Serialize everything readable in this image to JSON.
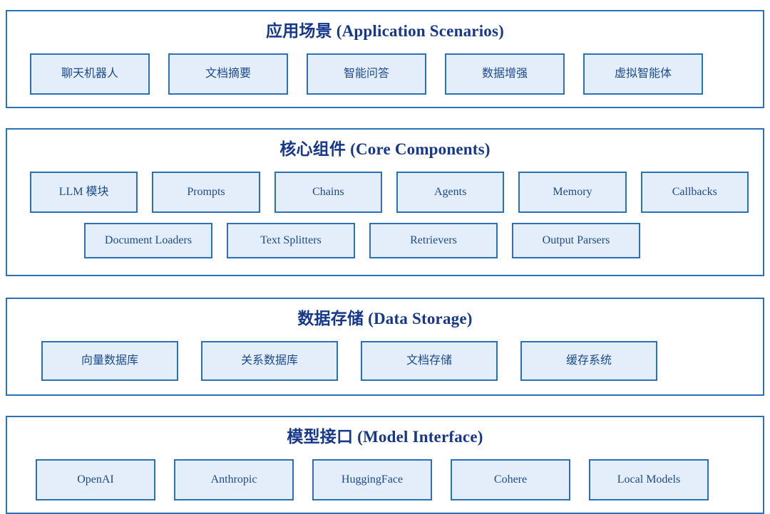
{
  "colors": {
    "title_text": "#15388c",
    "node_text": "#1b4a8f",
    "border": "#2a72b5",
    "node_fill": "#e3eefa",
    "panel_fill": "#ffffff",
    "page_background": "#ffffff"
  },
  "sections": [
    {
      "id": "application-scenarios",
      "title": "应用场景 (Application Scenarios)",
      "title_cn": "应用场景",
      "title_en": "Application Scenarios",
      "rows": [
        {
          "items": [
            {
              "label": "聊天机器人"
            },
            {
              "label": "文档摘要"
            },
            {
              "label": "智能问答"
            },
            {
              "label": "数据增强"
            },
            {
              "label": "虚拟智能体"
            }
          ]
        }
      ]
    },
    {
      "id": "core-components",
      "title": "核心组件 (Core Components)",
      "title_cn": "核心组件",
      "title_en": "Core Components",
      "rows": [
        {
          "items": [
            {
              "label": "LLM 模块"
            },
            {
              "label": "Prompts"
            },
            {
              "label": "Chains"
            },
            {
              "label": "Agents"
            },
            {
              "label": "Memory"
            },
            {
              "label": "Callbacks"
            }
          ]
        },
        {
          "items": [
            {
              "label": "Document Loaders"
            },
            {
              "label": "Text Splitters"
            },
            {
              "label": "Retrievers"
            },
            {
              "label": "Output Parsers"
            }
          ]
        }
      ]
    },
    {
      "id": "data-storage",
      "title": "数据存储 (Data Storage)",
      "title_cn": "数据存储",
      "title_en": "Data Storage",
      "rows": [
        {
          "items": [
            {
              "label": "向量数据库"
            },
            {
              "label": "关系数据库"
            },
            {
              "label": "文档存储"
            },
            {
              "label": "缓存系统"
            }
          ]
        }
      ]
    },
    {
      "id": "model-interface",
      "title": "模型接口 (Model Interface)",
      "title_cn": "模型接口",
      "title_en": "Model Interface",
      "rows": [
        {
          "items": [
            {
              "label": "OpenAI"
            },
            {
              "label": "Anthropic"
            },
            {
              "label": "HuggingFace"
            },
            {
              "label": "Cohere"
            },
            {
              "label": "Local Models"
            }
          ]
        }
      ]
    }
  ]
}
